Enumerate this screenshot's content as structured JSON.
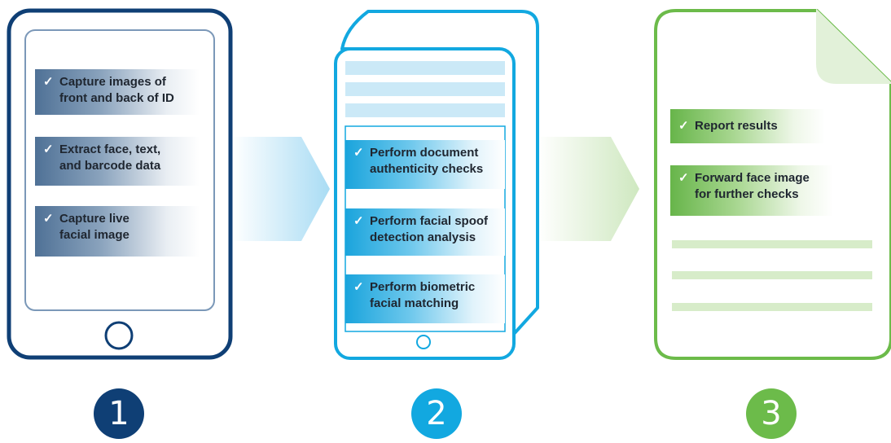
{
  "colors": {
    "navy": "#0f3f75",
    "cyan": "#12a8e0",
    "green": "#6cbb4a"
  },
  "steps": [
    {
      "number": "1",
      "items": [
        {
          "check": "✓",
          "text": "Capture images of\nfront and back of ID"
        },
        {
          "check": "✓",
          "text": "Extract face, text,\nand barcode data"
        },
        {
          "check": "✓",
          "text": "Capture live\nfacial image"
        }
      ]
    },
    {
      "number": "2",
      "items": [
        {
          "check": "✓",
          "text": "Perform document\nauthenticity checks"
        },
        {
          "check": "✓",
          "text": "Perform facial spoof\ndetection analysis"
        },
        {
          "check": "✓",
          "text": "Perform biometric\nfacial matching"
        }
      ]
    },
    {
      "number": "3",
      "items": [
        {
          "check": "✓",
          "text": "Report results"
        },
        {
          "check": "✓",
          "text": "Forward face image\nfor further checks"
        }
      ]
    }
  ]
}
